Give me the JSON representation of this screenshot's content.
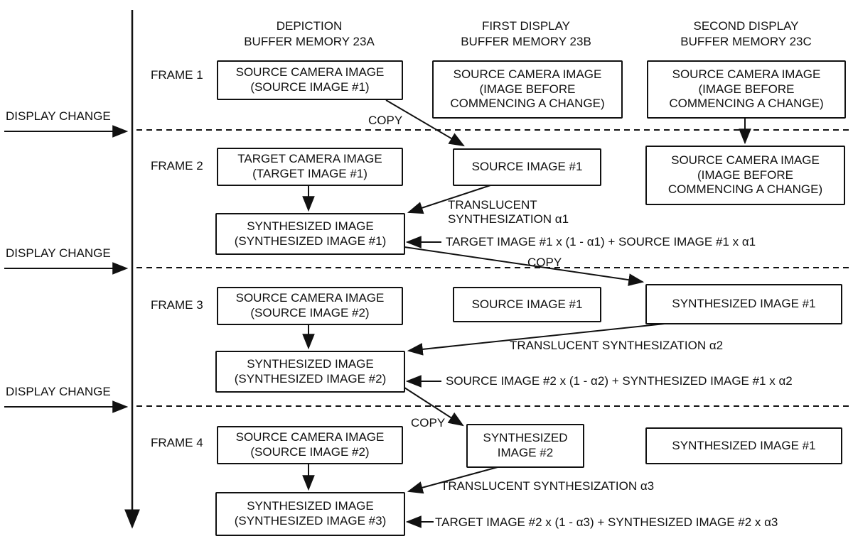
{
  "headers": {
    "col_a": "DEPICTION\nBUFFER MEMORY 23A",
    "col_b": "FIRST DISPLAY\nBUFFER MEMORY 23B",
    "col_c": "SECOND DISPLAY\nBUFFER MEMORY 23C"
  },
  "timeline": {
    "display_change_1": "DISPLAY CHANGE",
    "display_change_2": "DISPLAY CHANGE",
    "display_change_3": "DISPLAY CHANGE"
  },
  "frames": {
    "f1": "FRAME 1",
    "f2": "FRAME 2",
    "f3": "FRAME 3",
    "f4": "FRAME 4"
  },
  "boxes": {
    "f1_a": "SOURCE CAMERA IMAGE\n(SOURCE IMAGE #1)",
    "f1_b": "SOURCE CAMERA IMAGE\n(IMAGE BEFORE\nCOMMENCING A CHANGE)",
    "f1_c": "SOURCE CAMERA IMAGE\n(IMAGE BEFORE\nCOMMENCING A CHANGE)",
    "f2_a": "TARGET CAMERA IMAGE\n(TARGET IMAGE #1)",
    "f2_b": "SOURCE IMAGE #1",
    "f2_c": "SOURCE CAMERA IMAGE\n(IMAGE BEFORE\nCOMMENCING A CHANGE)",
    "f2_synth": "SYNTHESIZED IMAGE\n(SYNTHESIZED IMAGE #1)",
    "f3_a": "SOURCE CAMERA IMAGE\n(SOURCE IMAGE #2)",
    "f3_b": "SOURCE IMAGE #1",
    "f3_c": "SYNTHESIZED IMAGE #1",
    "f3_synth": "SYNTHESIZED IMAGE\n(SYNTHESIZED IMAGE #2)",
    "f4_a": "SOURCE CAMERA IMAGE\n(SOURCE IMAGE #2)",
    "f4_b": "SYNTHESIZED\nIMAGE #2",
    "f4_c": "SYNTHESIZED IMAGE #1",
    "f4_synth": "SYNTHESIZED IMAGE\n(SYNTHESIZED IMAGE #3)"
  },
  "labels": {
    "copy_1": "COPY",
    "copy_2": "COPY",
    "copy_3": "COPY",
    "synth_1": "TRANSLUCENT\nSYNTHESIZATION α1",
    "synth_2": "TRANSLUCENT SYNTHESIZATION α2",
    "synth_3": "TRANSLUCENT SYNTHESIZATION α3",
    "formula_1": "TARGET IMAGE #1 x (1 - α1) + SOURCE IMAGE #1 x α1",
    "formula_2": "SOURCE IMAGE #2 x (1 - α2) + SYNTHESIZED IMAGE #1 x α2",
    "formula_3": "TARGET IMAGE #2 x (1 - α3) + SYNTHESIZED IMAGE #2 x α3"
  }
}
